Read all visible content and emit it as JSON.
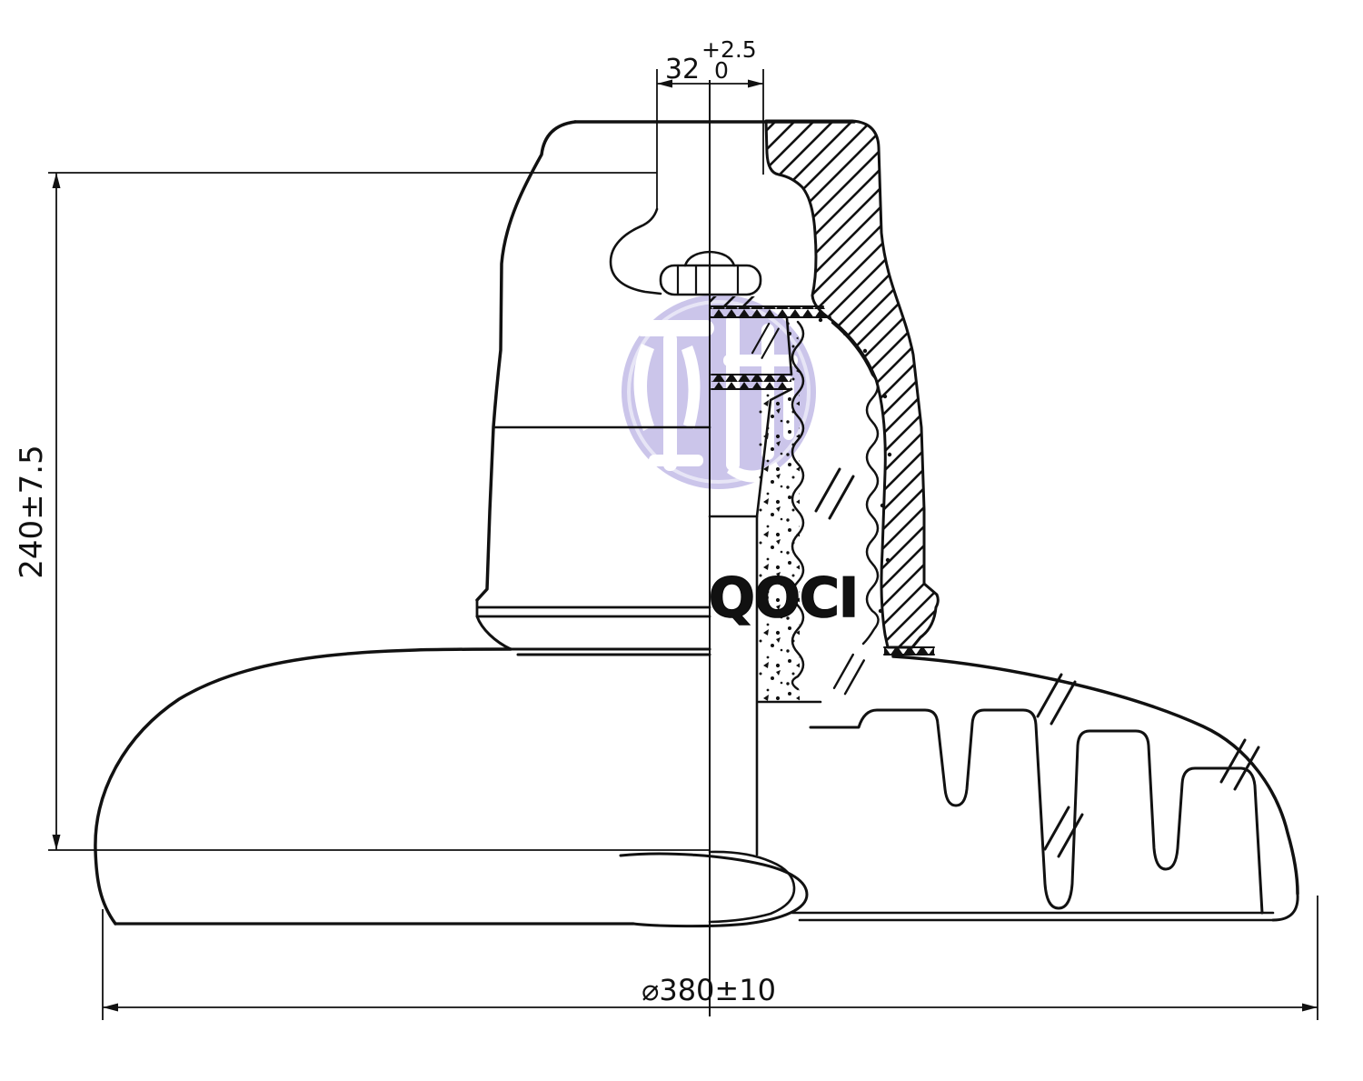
{
  "drawing": {
    "kind": "cross-section technical drawing",
    "dimensions": {
      "top_width": {
        "nominal": "32",
        "tol_upper": "+2.5",
        "tol_lower": "0"
      },
      "height": "240±7.5",
      "diameter": "⌀380±10"
    },
    "brand": "QOCI",
    "colors": {
      "line": "#111111",
      "background": "#ffffff",
      "watermark": "#c9c3ea",
      "brand_text": "#050505"
    }
  }
}
